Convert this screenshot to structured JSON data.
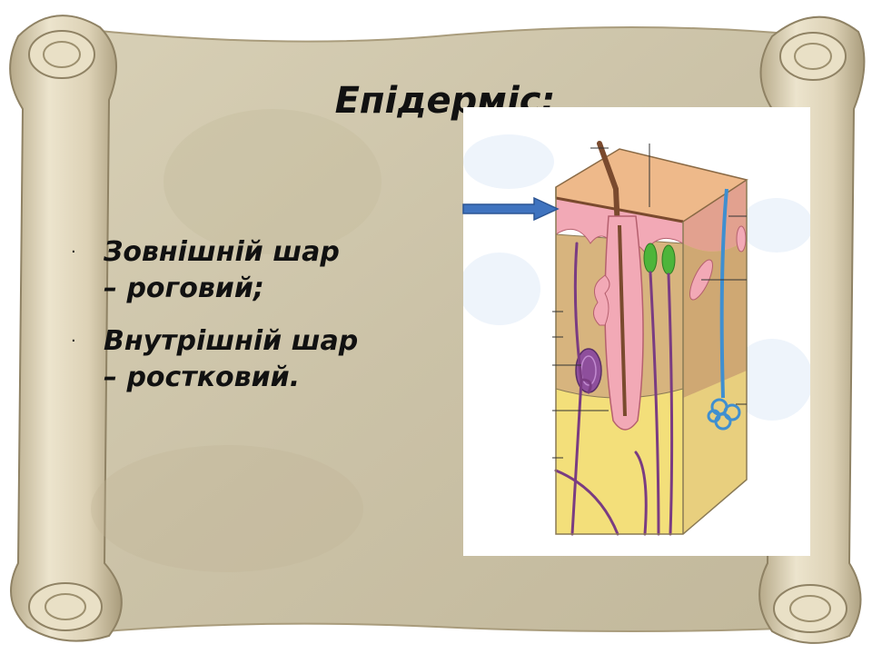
{
  "slide": {
    "title": "Епідерміс:",
    "bullets": [
      {
        "line1": " Зовнішній шар",
        "line2": "– роговий;"
      },
      {
        "line1": "Внутрішній шар",
        "line2": "– ростковий."
      }
    ]
  },
  "colors": {
    "parchment": "#cfc6ac",
    "scroll_roll": "#e0d6bd",
    "horny_layer": "#eeb98a",
    "epidermis_pink": "#f2a9b6",
    "dermis": "#d7b47e",
    "fat_layer": "#f3df7a",
    "nerve_purple": "#7a3c82",
    "hair_brown": "#7a4a2e",
    "sweat_duct_blue": "#3f8fd0",
    "sebaceous_green": "#4db53a",
    "arrow_blue": "#3f73bf"
  },
  "icons": {
    "bullet": "·",
    "arrow": "right-arrow-icon"
  }
}
